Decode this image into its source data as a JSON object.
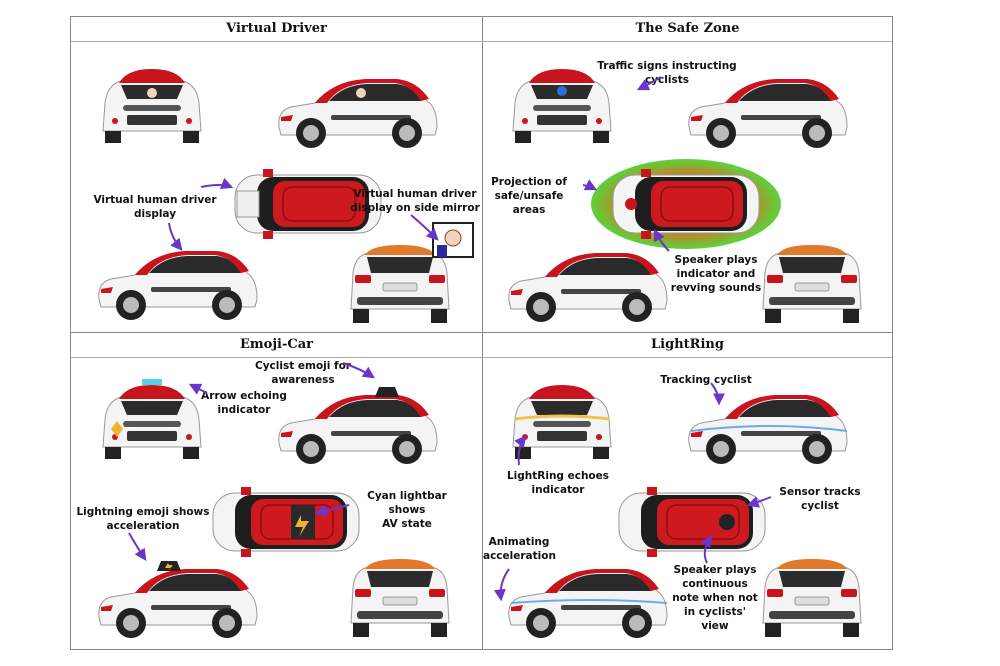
{
  "panels": [
    {
      "title": "Virtual Driver",
      "labels": [
        "Virtual human driver\ndisplay",
        "Virtual human driver\ndisplay on side mirror"
      ]
    },
    {
      "title": "The Safe Zone",
      "labels": [
        "Traffic signs instructing\ncyclists",
        "Projection  of\nsafe/unsafe\nareas",
        "Speaker plays\nindicator and\nrevving sounds"
      ]
    },
    {
      "title": "Emoji-Car",
      "labels": [
        "Cyclist emoji for\nawareness",
        "Arrow echoing\nindicator",
        "Lightning emoji shows\nacceleration",
        "Cyan lightbar shows\nAV state"
      ]
    },
    {
      "title": "LightRing",
      "labels": [
        "Tracking cyclist",
        "LightRing echoes  indicator",
        "Sensor tracks cyclist",
        "Animating\nacceleration",
        "Speaker plays\ncontinuous\nnote when not\nin cyclists'\nview"
      ]
    }
  ],
  "colors": {
    "car_body": "#f4f4f4",
    "roof_red": "#c8141c",
    "roof_orange": "#e07a2a",
    "arrow": "#6a35c9",
    "zone_red": "#e52a1f",
    "zone_green": "#5ad33c",
    "cyan": "#4fd3e8"
  },
  "icons": [
    "car-front-icon",
    "car-side-icon",
    "car-top-icon",
    "car-rear-icon",
    "warning-sign-icon",
    "lightning-emoji-icon",
    "cyclist-emoji-icon",
    "driver-avatar-icon"
  ]
}
